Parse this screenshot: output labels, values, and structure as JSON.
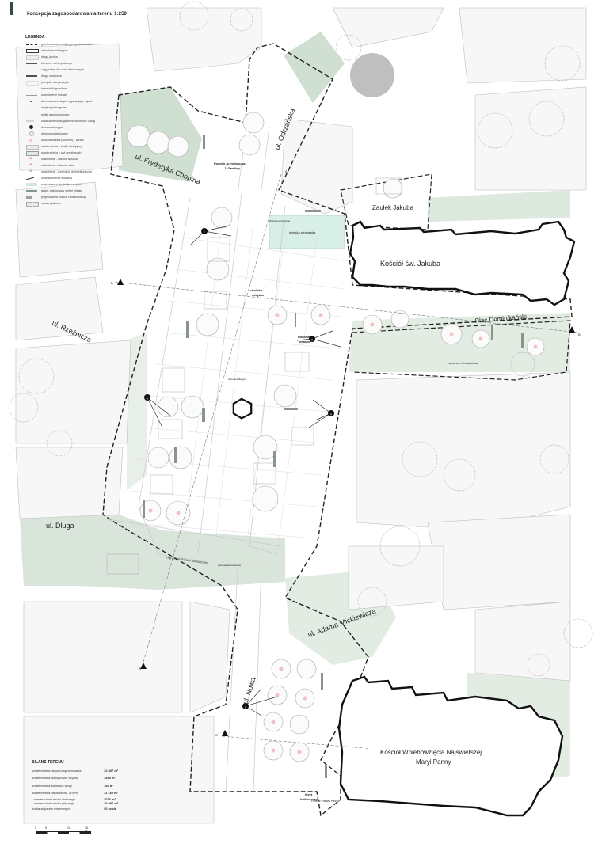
{
  "title": "koncepcja zagospodarowania terenu 1:250",
  "legend": {
    "heading": "LEGENDA",
    "items": [
      "granica obszaru objętego opracowaniem",
      "zabudowa istniejąca",
      "droga jezdna",
      "kierunek ruchu jezdnego",
      "ciąg jezdny dla sam. dostawczych",
      "droga rowerowa",
      "przejście dla pieszych",
      "krawężniki granitowe",
      "odwodnienie liniowe",
      "demontowane słupki organizujące wjazd",
      "miejsca parkingowe",
      "stoliki gastronomiczne",
      "zadaszone lokali gastronomicznych i usług",
      "drzewa istniejące",
      "drzewa projektowane",
      "ozdoba drzewa poziomej – cortén",
      "nawierzchnia z kostki istniejącej",
      "nawierzchnia z płyt granitowych",
      "oświetlenie - latarnia wysoka",
      "oświetlenie - latarnia niska",
      "oświetlenie - iluminacja architektoniczna",
      "umiejscowienie widoków",
      "projektowane siedziska miejskie",
      "ławki - katalogowy mebel miejski",
      "projektowane donice z roślinnością",
      "rabaty bylinowe"
    ]
  },
  "labels": {
    "street_odrzanska": "ul. Odrzańska",
    "street_chopina": "ul. Fryderyka Chopina",
    "street_rzeznicza": "ul. Rzeźnicza",
    "street_dluga": "ul. Długa",
    "street_mickiewicza": "ul. Adama Mickiewicza",
    "street_nowa": "ul. Nowa",
    "zaulek": "Zaułek Jakuba",
    "plac": "Plac Dominikański",
    "kosciol_jakuba": "Kościół św. Jakuba",
    "kosciol_maryi_1": "Kościół Wniebowzięcia Najświętszej",
    "kosciol_maryi_2": "Maryi Panny",
    "pomnik_1": "Pomnik Arcybiskupa",
    "pomnik_2": "J. Gawliny",
    "siedzawka": "miejska siedzawka",
    "zbiornik": "zbiornik wody pitnej",
    "choinka_1": "choinka",
    "choinka_2": "miejska",
    "makieta_1": "makieta",
    "makieta_2": "miasta",
    "kolumna": "Kolumna Maryjna",
    "przestrzen": "przestrzeń mieszkańców",
    "ciag_dost": "ciąg jezdny dla sam. dostawczych",
    "plan_rowerowe": "planowanie rowerowe",
    "krzyz_1": "Krzyż",
    "krzyz_2": "Jubileuszowy",
    "pomnik_pralata": "Pomnik Prałata Pieczki",
    "tag_i": "I",
    "tag_ii": "II",
    "tag_iii": "III",
    "tag_iv": "IV",
    "tag_v": "V",
    "sec_a": "A",
    "sec_b": "B",
    "sec_c": "C"
  },
  "bilans": {
    "heading": "BILANS TERENU",
    "rows": [
      {
        "label": "powierzchnia obszaru opracowania",
        "value": "12 807 m²"
      },
      {
        "label": "powierzchnia biologicznie czynna",
        "value": "1495 m²"
      },
      {
        "label": "powierzchnia zbiornika wody",
        "value": "150 m²"
      },
      {
        "label": "powierzchnia utwardzona, w tym:",
        "value": "11 160 m²"
      },
      {
        "label": "- nawierzchnia ruchu kołowego",
        "value": "1076 m²"
      },
      {
        "label": "- nawierzchnia ruchu pieszego",
        "value": "10 086 m²"
      },
      {
        "label": "liczba stojaków rowerowych",
        "value": "30 sztuk"
      }
    ]
  },
  "scale": {
    "t0": "0",
    "t1": "5",
    "t2": "10",
    "t3": "15 m"
  },
  "colors": {
    "green": "#c9dbcc",
    "water": "#d7efe6",
    "building": "#f6f6f6",
    "boundary": "#222222",
    "tree_dot": "#f2c2c2"
  }
}
